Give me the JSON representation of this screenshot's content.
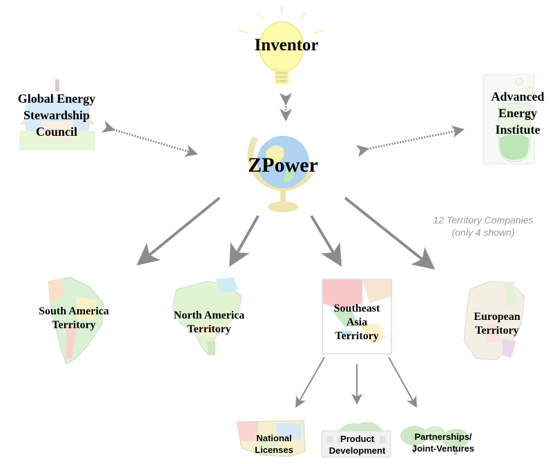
{
  "nodes": {
    "inventor": "Inventor",
    "gesc": "Global Energy\nStewardship\nCouncil",
    "aei": "Advanced\nEnergy\nInstitute",
    "zpower": "ZPower",
    "south_america": "South America\nTerritory",
    "north_america": "North America\nTerritory",
    "southeast_asia": "Southeast\nAsia\nTerritory",
    "european": "European\nTerritory",
    "national_licenses": "National\nLicenses",
    "product_development": "Product\nDevelopment",
    "partnerships": "Partnerships/\nJoint-Ventures"
  },
  "note": "12 Territory Companies\n(only 4 shown)",
  "icons": [
    "lightbulb-icon",
    "capitol-building-icon",
    "lab-flask-icon",
    "globe-icon",
    "south-america-map-icon",
    "north-america-map-icon",
    "southeast-asia-map-icon",
    "europe-map-icon",
    "usa-map-icon",
    "factory-building-icon",
    "handshake-trees-icon"
  ],
  "colors": {
    "arrow": "#8c8c8c",
    "dotted_arrow": "#8c8c8c",
    "note": "#9a9a9a"
  }
}
